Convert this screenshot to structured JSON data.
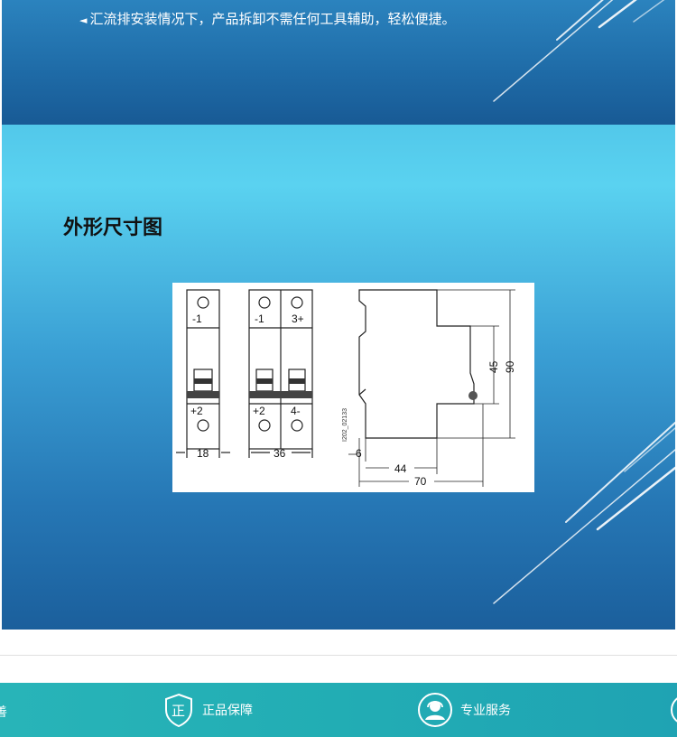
{
  "top_banner": {
    "arrow_glyph": "◄",
    "text": "汇流排安装情况下，产品拆卸不需任何工具辅助，轻松便捷。"
  },
  "section": {
    "title": "外形尺寸图"
  },
  "diagram": {
    "pole1": {
      "top_label": "-1",
      "bottom_label": "+2",
      "width_label": "18"
    },
    "pole2": {
      "top_left": "-1",
      "top_right": "3+",
      "bottom_left": "+2",
      "bottom_right": "4-",
      "width_label": "36"
    },
    "side": {
      "code": "I202_02133",
      "dim_6": "6",
      "dim_44": "44",
      "dim_70": "70",
      "dim_45": "45",
      "dim_90": "90"
    }
  },
  "footer": {
    "edge_text": "善",
    "items": [
      {
        "label": "正品保障",
        "icon": "shield-zheng-icon",
        "icon_char": "正"
      },
      {
        "label": "专业服务",
        "icon": "service-person-icon"
      }
    ]
  },
  "colors": {
    "banner": "#1e6aa6",
    "panel_light": "#5ad2f0",
    "panel_dark": "#1b5f9c",
    "footer": "#22adb4"
  }
}
